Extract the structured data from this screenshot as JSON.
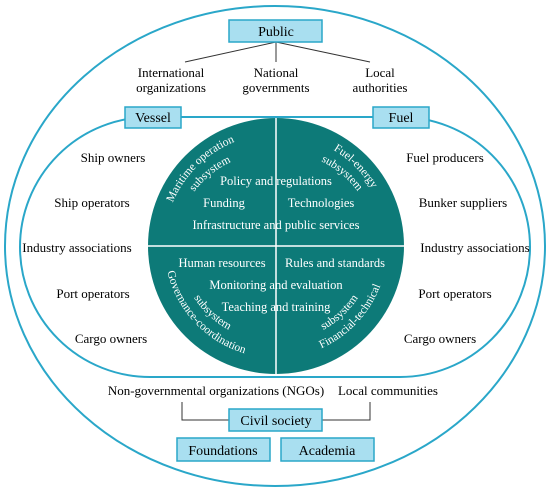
{
  "colors": {
    "circle": "#0d7a78",
    "box_fill": "#a9dff0",
    "box_stroke": "#2aa7c9",
    "outline": "#2aa7c9",
    "line": "#333333"
  },
  "public": {
    "title": "Public",
    "items": [
      [
        "International",
        "organizations"
      ],
      [
        "National",
        "governments"
      ],
      [
        "Local",
        "authorities"
      ]
    ]
  },
  "vessel": {
    "title": "Vessel",
    "items": [
      "Ship owners",
      "Ship operators",
      "Industry associations",
      "Port operators",
      "Cargo owners"
    ]
  },
  "fuel": {
    "title": "Fuel",
    "items": [
      "Fuel producers",
      "Bunker suppliers",
      "Industry associations",
      "Port operators",
      "Cargo owners"
    ]
  },
  "center": {
    "top_lines": [
      "Policy and regulations",
      "Funding",
      "Technologies",
      "Infrastructure and public services"
    ],
    "bottom_lines": [
      "Human resources",
      "Rules and standards",
      "Monitoring and evaluation",
      "Teaching and training"
    ],
    "arcs": {
      "maritime_1": "Maritime operation",
      "maritime_2": "subsystem",
      "fuel_1": "Fuel-energy",
      "fuel_2": "subsystem",
      "gov_1": "Governance-coordination",
      "gov_2": "subsystem",
      "fin_1": "Financial-technical",
      "fin_2": "subsystem"
    }
  },
  "civil": {
    "title": "Civil society",
    "items": [
      "Non-governmental organizations (NGOs)",
      "Local communities"
    ],
    "boxes": [
      "Foundations",
      "Academia"
    ]
  }
}
